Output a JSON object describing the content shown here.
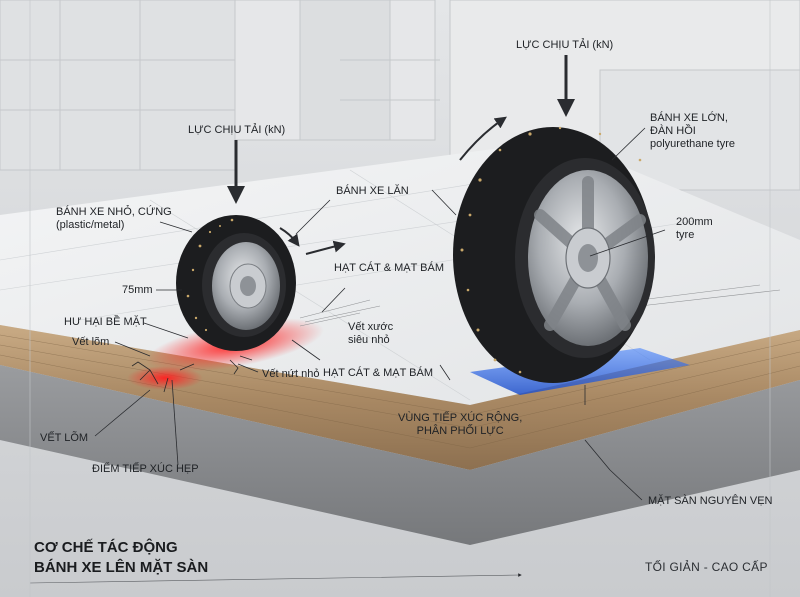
{
  "diagram": {
    "title_line1": "CƠ CHẾ TÁC ĐỘNG",
    "title_line2": "BÁNH XE LÊN MẶT SÀN",
    "tagline": "TỐI GIẢN - CAO CẤP",
    "labels": {
      "load_small": "LỰC CHỊU TẢI (kN)",
      "load_large": "LỰC CHỊU TẢI (kN)",
      "small_wheel_line1": "BÁNH XE NHỎ, CỨNG",
      "small_wheel_line2": "(plastic/metal)",
      "small_size": "75mm",
      "surface_damage": "HƯ HẠI BỀ MẶT",
      "dent_top": "Vết lõm",
      "micro_crack": "Vết nứt nhỏ",
      "dent_bottom": "VẾT LÕM",
      "narrow_contact": "ĐIỂM TIẾP XÚC HẸP",
      "rolling_wheel": "BÁNH XE LĂN",
      "grit_mid": "HẠT CÁT & MẠT BÁM",
      "scratch_line1": "Vết xước",
      "scratch_line2": "siêu nhỏ",
      "grit_low": "HẠT CÁT & MẠT BÁM",
      "large_wheel_line1": "BÁNH XE LỚN,",
      "large_wheel_line2": "ĐÀN HỒI",
      "large_wheel_line3": "polyurethane tyre",
      "large_size_line1": "200mm",
      "large_size_line2": "tyre",
      "wide_contact_line1": "VÙNG TIẾP XÚC RỘNG,",
      "wide_contact_line2": "PHÂN PHỐI LỰC",
      "intact_floor": "MẶT SÀN NGUYÊN VẸN"
    }
  },
  "colors": {
    "floor_top": "#eceeef",
    "wood": "#b89a74",
    "concrete": "#8f9194",
    "tyre": "#1c1d1f",
    "rim": "#a9adb2",
    "damage": "#ff2a2a",
    "contact_blue": "#3a7bff",
    "grit": "#c9a86a"
  }
}
